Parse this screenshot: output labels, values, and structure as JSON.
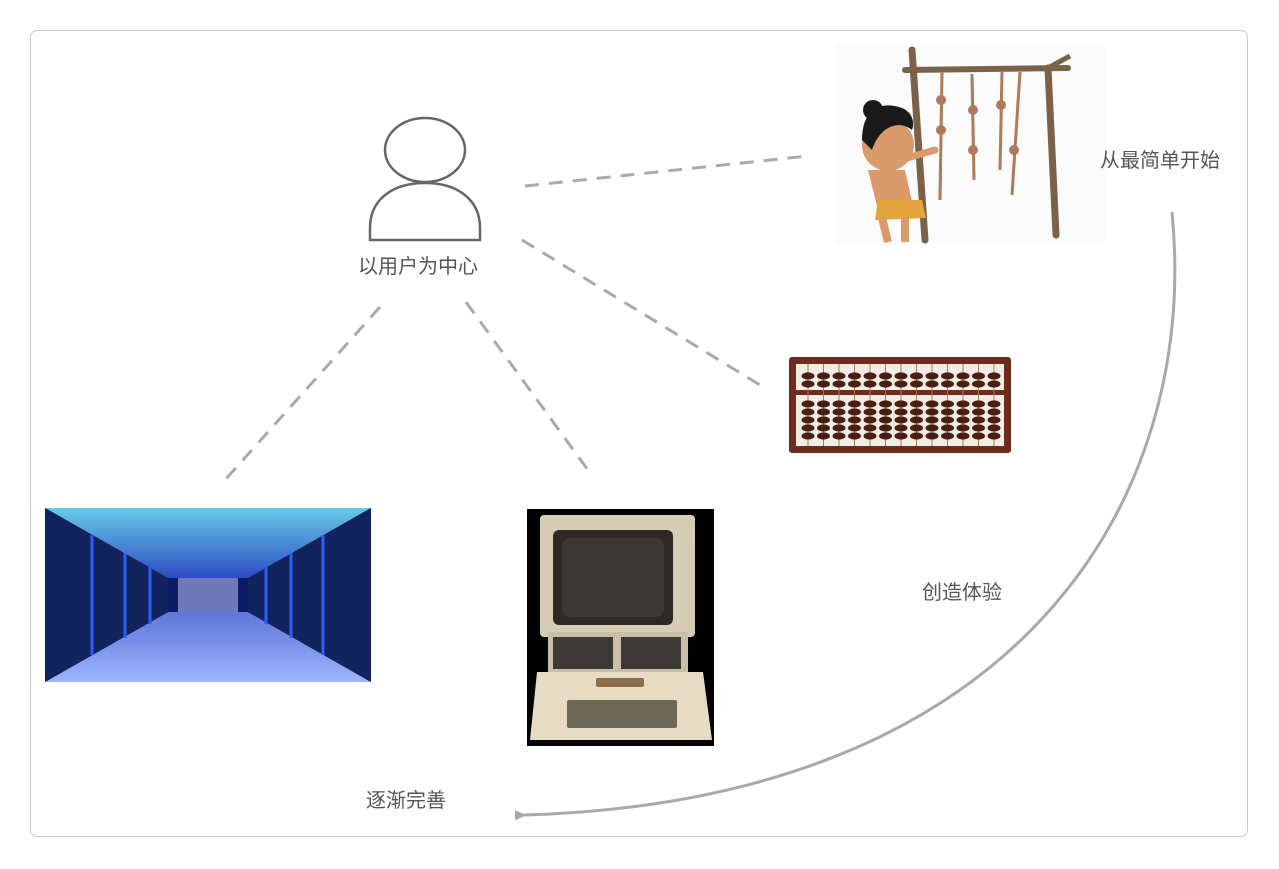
{
  "diagram": {
    "center": {
      "label": "以用户为中心",
      "icon": "user-icon"
    },
    "nodes": [
      {
        "name": "primitive-rope-knots",
        "icon": "knotted-rope-image"
      },
      {
        "name": "abacus",
        "icon": "abacus-image"
      },
      {
        "name": "apple-ii-computer",
        "icon": "personal-computer-image"
      },
      {
        "name": "data-center",
        "icon": "server-room-image"
      }
    ],
    "stage_labels": {
      "start": "从最简单开始",
      "experience": "创造体验",
      "improve": "逐渐完善"
    },
    "colors": {
      "text": "#555555",
      "dash": "#aaaaaa",
      "arc": "#a9a9a9",
      "frame_border": "#c8c8c8"
    }
  }
}
